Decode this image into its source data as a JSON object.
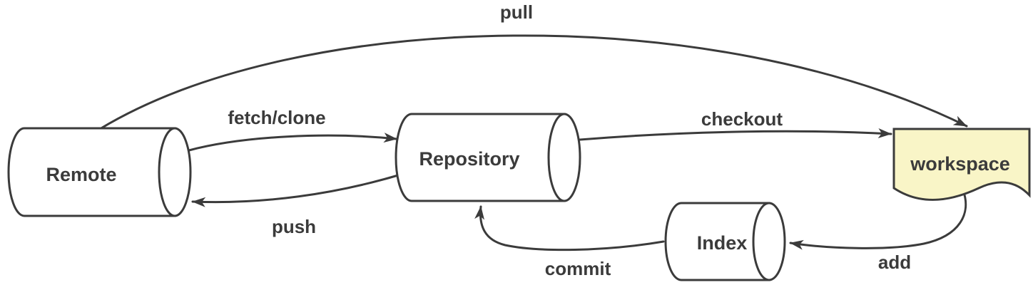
{
  "diagram": {
    "type": "flow-diagram",
    "topic": "git-data-flow",
    "nodes": [
      {
        "id": "remote",
        "label": "Remote",
        "shape": "cylinder"
      },
      {
        "id": "repository",
        "label": "Repository",
        "shape": "cylinder"
      },
      {
        "id": "index",
        "label": "Index",
        "shape": "cylinder"
      },
      {
        "id": "workspace",
        "label": "workspace",
        "shape": "document"
      }
    ],
    "edges": [
      {
        "label": "pull",
        "from": "remote",
        "to": "workspace"
      },
      {
        "label": "fetch/clone",
        "from": "remote",
        "to": "repository"
      },
      {
        "label": "push",
        "from": "repository",
        "to": "remote"
      },
      {
        "label": "checkout",
        "from": "repository",
        "to": "workspace"
      },
      {
        "label": "commit",
        "from": "index",
        "to": "repository"
      },
      {
        "label": "add",
        "from": "workspace",
        "to": "index"
      }
    ]
  },
  "colors": {
    "line": "#3b3b3b",
    "text": "#3b3b3b",
    "node_fill": "#ffffff",
    "workspace_fill": "#f9f5c7",
    "background": "#ffffff"
  }
}
